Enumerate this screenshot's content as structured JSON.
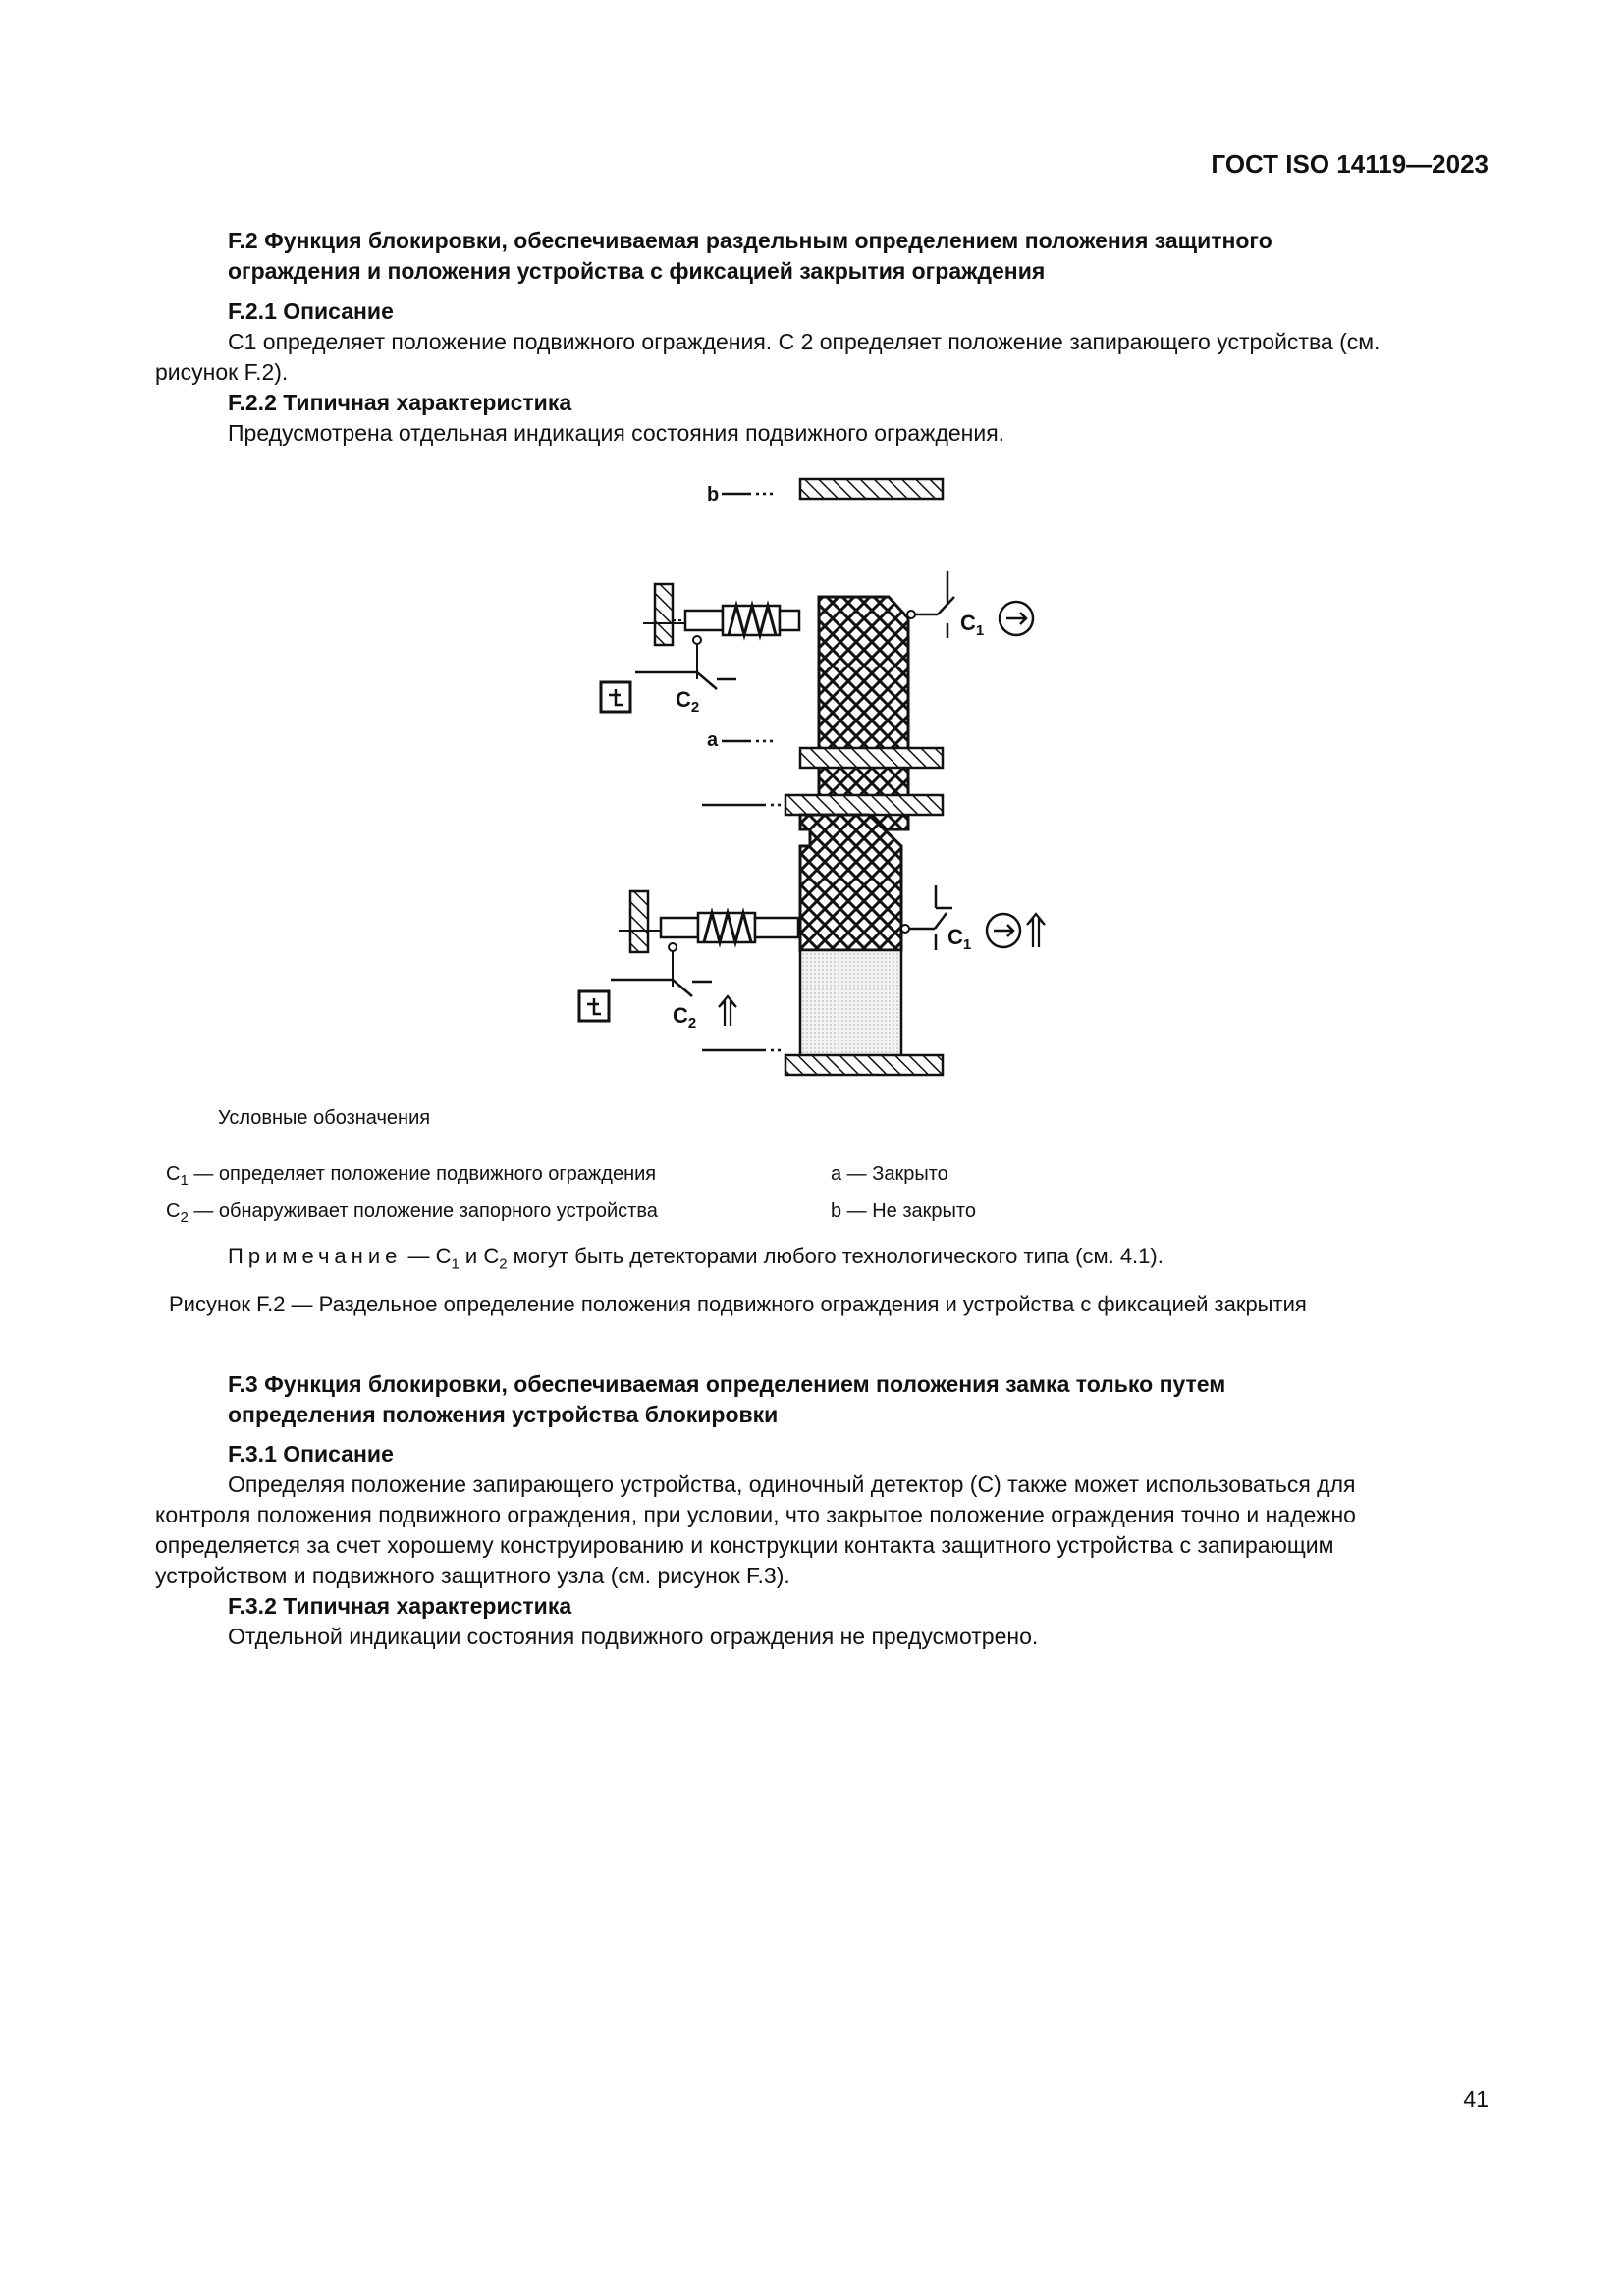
{
  "header": {
    "doc_id": "ГОСТ ISO 14119—2023"
  },
  "sec_f2": {
    "title_line1": "F.2 Функция блокировки, обеспечиваемая раздельным определением положения защитного",
    "title_line2": "ограждения и положения устройства с фиксацией закрытия ограждения",
    "sub1_title": "F.2.1 Описание",
    "sub1_line1": "С1 определяет положение подвижного ограждения. С 2 определяет положение запирающего устройства (см.",
    "sub1_line2": "рисунок F.2).",
    "sub2_title": "F.2.2 Типичная характеристика",
    "sub2_text": "Предусмотрена отдельная индикация состояния подвижного ограждения."
  },
  "figure": {
    "label_b": "b",
    "label_a": "a",
    "label_c": "C",
    "sub_1": "1",
    "sub_2": "2"
  },
  "legend": {
    "title": "Условные обозначения",
    "c1_letter": "С",
    "c1_sub": "1",
    "c1_text": " — определяет положение подвижного ограждения",
    "c2_letter": "С",
    "c2_sub": "2",
    "c2_text": " — обнаруживает положение запорного устройства",
    "a_item": "a — Закрыто",
    "b_item": "b — Не закрыто"
  },
  "note": {
    "label": "Примечание",
    "dash": " — С",
    "sub1": "1",
    "mid": " и С",
    "sub2": "2",
    "rest": " могут быть детекторами любого технологического типа (см. 4.1)."
  },
  "caption": "Рисунок F.2 — Раздельное определение положения подвижного ограждения и устройства с фиксацией закрытия",
  "sec_f3": {
    "title_line1": "F.3 Функция блокировки, обеспечиваемая определением положения замка только путем",
    "title_line2": "определения положения устройства блокировки",
    "sub1_title": "F.3.1 Описание",
    "sub1_line1": "Определяя положение запирающего устройства, одиночный детектор (С) также может использоваться для",
    "sub1_line2": "контроля положения подвижного ограждения,  при условии, что закрытое положение ограждения точно и надежно",
    "sub1_line3": "определяется за счет хорошему конструированию и конструкции контакта защитного устройства с запирающим",
    "sub1_line4": "устройством и подвижного защитного узла (см. рисунок F.3).",
    "sub2_title": "F.3.2 Типичная характеристика",
    "sub2_text": "Отдельной индикации состояния подвижного ограждения не предусмотрено."
  },
  "page_number": "41"
}
